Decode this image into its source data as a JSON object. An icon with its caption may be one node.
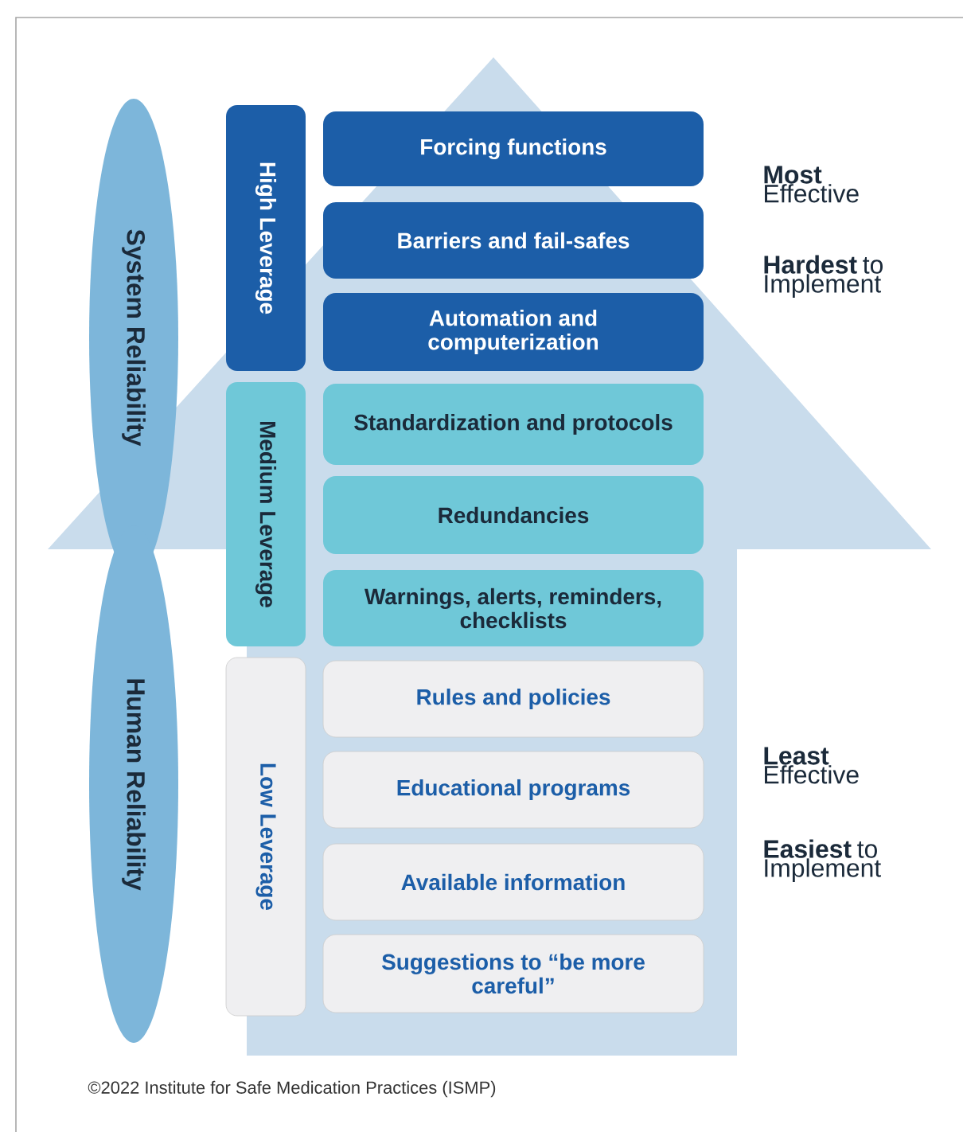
{
  "diagram": {
    "caption": "©2022 Institute for Safe Medication Practices (ISMP)",
    "nodes": [
      {
        "text": [
          "System Reliability"
        ]
      },
      {
        "text": [
          "Human Reliability"
        ]
      },
      {
        "text": [
          "High Leverage"
        ]
      },
      {
        "text": [
          "Medium Leverage"
        ]
      },
      {
        "text": [
          "Low Leverage"
        ]
      },
      {
        "text": [
          "Forcing functions"
        ]
      },
      {
        "text": [
          "Barriers and fail-safes"
        ]
      },
      {
        "text": [
          "Automation and computerization"
        ]
      },
      {
        "text": [
          "Standardization and protocols"
        ]
      },
      {
        "text": [
          "Redundancies"
        ]
      },
      {
        "text": [
          "Warnings, alerts, reminders, checklists"
        ]
      },
      {
        "text": [
          "Rules and policies"
        ]
      },
      {
        "text": [
          "Educational programs"
        ]
      },
      {
        "text": [
          "Available information"
        ]
      },
      {
        "text": [
          "Suggestions to “be more careful”"
        ]
      }
    ],
    "labels": [
      "**Most** Effective",
      "**Hardest** to Implement",
      "**Least** Effective",
      "**Easiest** to Implement"
    ]
  }
}
